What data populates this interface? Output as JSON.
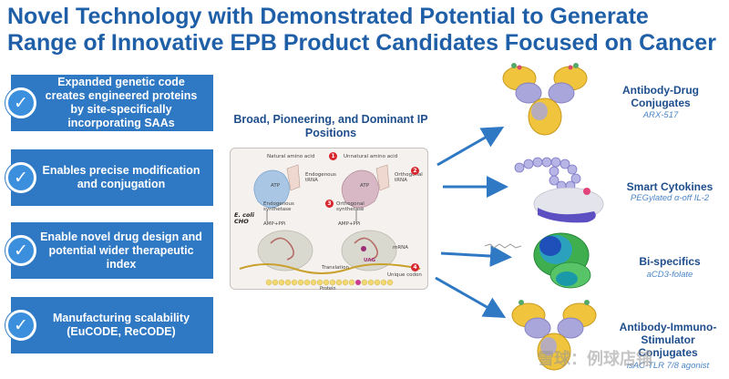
{
  "slide": {
    "title_line1": "Novel Technology with Demonstrated Potential to Generate",
    "title_line2": "Range of Innovative EPB Product Candidates Focused on Cancer"
  },
  "features": [
    {
      "text": "Expanded genetic code creates engineered proteins by site-specifically incorporating SAAs",
      "icon": "checkmark-icon"
    },
    {
      "text": "Enables precise modification and conjugation",
      "icon": "checkmark-icon"
    },
    {
      "text": "Enable novel drug design and potential wider therapeutic index",
      "icon": "checkmark-icon"
    },
    {
      "text": "Manufacturing scalability (EuCODE, ReCODE)",
      "icon": "checkmark-icon"
    }
  ],
  "ip_positions": {
    "title": "Broad, Pioneering, and Dominant IP Positions"
  },
  "diagram": {
    "natural_amino_acid": "Natural amino acid",
    "unnatural_amino_acid": "Unnatural amino acid",
    "endogenous_trna": "Endogenous tRNA",
    "orthogonal_trna": "Orthogonal tRNA",
    "endogenous_synthetase": "Endogenous synthetase",
    "orthogonal_synthetase": "Orthogonal synthetase",
    "organism": "E. coli CHO",
    "amp_ppi_left": "AMP+PPi",
    "amp_ppi_right": "AMP+PPi",
    "atp_left": "ATP",
    "atp_right": "ATP",
    "mrna": "mRNA",
    "unique_codon": "Unique codon",
    "translation": "Translation",
    "protein": "Protein",
    "uag": "UAG",
    "markers": [
      "1",
      "2",
      "3",
      "4"
    ]
  },
  "products": [
    {
      "name": "Antibody-Drug Conjugates",
      "subtitle": "ARX-517"
    },
    {
      "name": "Smart Cytokines",
      "subtitle": "PEGylated α-off IL-2"
    },
    {
      "name": "Bi-specifics",
      "subtitle": "aCD3-folate"
    },
    {
      "name": "Antibody-Immuno-Stimulator Conjugates",
      "subtitle": "isAC-TLR 7/8 agonist"
    }
  ],
  "watermark": "雪球：例球店铺",
  "colors": {
    "title": "#1f5fa8",
    "feature_box": "#2f78c4",
    "arrow": "#2f78c4",
    "product_title": "#1f4e8c",
    "product_subtitle": "#4b86c6"
  }
}
